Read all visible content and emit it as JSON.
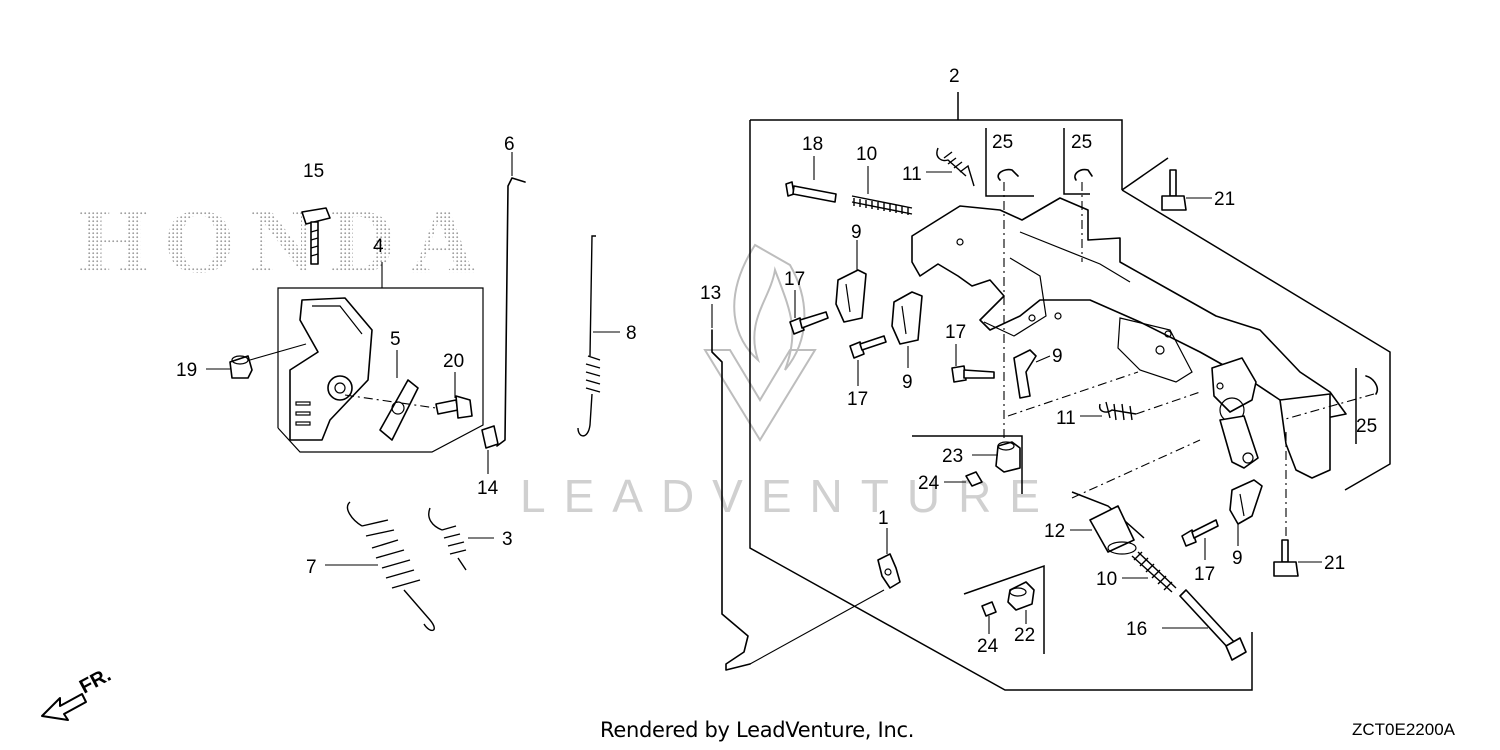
{
  "brand_watermark": "HONDA",
  "site_watermark": "LEADVENTURE",
  "footer": {
    "credit": "Rendered by LeadVenture, Inc.",
    "diagram_code": "ZCT0E2200A"
  },
  "direction_label": "FR.",
  "callouts": {
    "c1": "1",
    "c2": "2",
    "c3": "3",
    "c4": "4",
    "c5": "5",
    "c6": "6",
    "c7": "7",
    "c8": "8",
    "c9a": "9",
    "c9b": "9",
    "c9c": "9",
    "c9d": "9",
    "c10a": "10",
    "c10b": "10",
    "c11a": "11",
    "c11b": "11",
    "c12": "12",
    "c13": "13",
    "c14": "14",
    "c15": "15",
    "c16": "16",
    "c17a": "17",
    "c17b": "17",
    "c17c": "17",
    "c17d": "17",
    "c18": "18",
    "c19": "19",
    "c20": "20",
    "c21a": "21",
    "c21b": "21",
    "c22": "22",
    "c23": "23",
    "c24a": "24",
    "c24b": "24",
    "c25a": "25",
    "c25b": "25",
    "c25c": "25"
  }
}
